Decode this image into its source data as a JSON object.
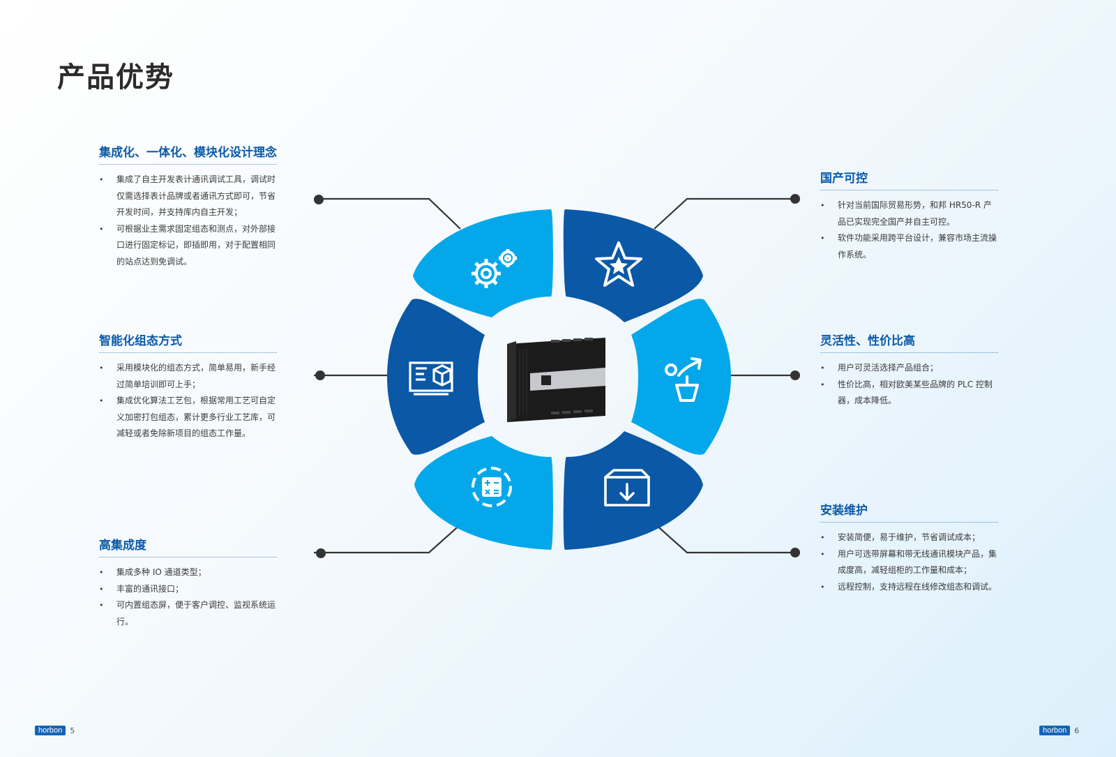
{
  "title": "产品优势",
  "colors": {
    "dark_blue": "#0a58a6",
    "light_blue": "#04a8ea",
    "title_blue": "#0b5aa8"
  },
  "sections": {
    "integration": {
      "title": "集成化、一体化、模块化设计理念",
      "items": [
        "集成了自主开发表计通讯调试工具，调试时仅需选择表计品牌或者通讯方式即可，节省开发时间，并支持库内自主开发；",
        "可根据业主需求固定组态和测点，对外部接口进行固定标记，即插即用，对于配置相同的站点达到免调试。"
      ]
    },
    "intelligent": {
      "title": "智能化组态方式",
      "items": [
        "采用模块化的组态方式，简单易用，新手经过简单培训即可上手；",
        "集成优化算法工艺包，根据常用工艺可自定义加密打包组态，累计更多行业工艺库，可减轻或者免除新项目的组态工作量。"
      ]
    },
    "high_integration": {
      "title": "高集成度",
      "items": [
        "集成多种 IO 通道类型；",
        "丰富的通讯接口；",
        "可内置组态屏，便于客户调控、监视系统运行。"
      ]
    },
    "domestic": {
      "title": "国产可控",
      "items": [
        "针对当前国际贸易形势，和邦 HR50-R 产品已实现完全国产并自主可控。",
        "软件功能采用跨平台设计，兼容市场主流操作系统。"
      ]
    },
    "flexibility": {
      "title": "灵活性、性价比高",
      "items": [
        "用户可灵活选择产品组合；",
        "性价比高，相对欧美某些品牌的 PLC 控制器，成本降低。"
      ]
    },
    "installation": {
      "title": "安装维护",
      "items": [
        "安装简便，易于维护，节省调试成本；",
        "用户可选带屏幕和带无线通讯模块产品，集成度高，减轻组柜的工作量和成本；",
        "远程控制，支持远程在线修改组态和调试。"
      ]
    }
  },
  "icons": [
    "gears-icon",
    "star-icon",
    "monitor-cube-icon",
    "flexibility-icon",
    "calculator-icon",
    "install-box-icon"
  ],
  "footer": {
    "logo_left": "horbon",
    "page_left": "5",
    "logo_right": "horbon",
    "page_right": "6"
  }
}
